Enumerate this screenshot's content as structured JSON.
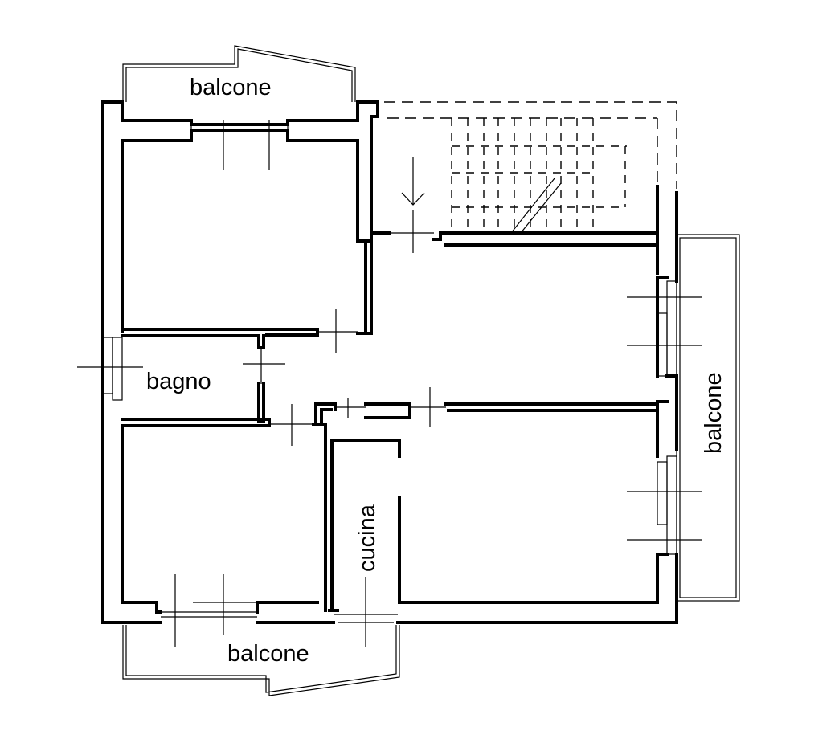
{
  "plan": {
    "rooms": {
      "balcony_top": "balcone",
      "bathroom": "bagno",
      "kitchen": "cucina",
      "balcony_bottom": "balcone",
      "balcony_right": "balcone"
    }
  }
}
